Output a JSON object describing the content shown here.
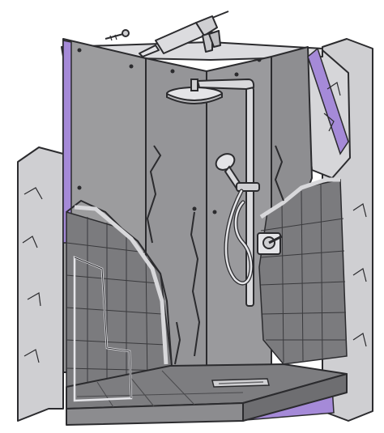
{
  "illustration": {
    "subject": "shower-enclosure-renovation-sketch",
    "palette": {
      "background": "#ffffff",
      "panel": "#9c9c9e",
      "panel_dark": "#8a8a8d",
      "tile": "#7b7b7e",
      "tile_dark": "#6a6a6d",
      "plaster": "#cfcfd2",
      "ink": "#2b2b2e",
      "chrome": "#d9d9dc",
      "accent_purple": "#a58ad8"
    },
    "objects": [
      {
        "name": "rain-shower-head"
      },
      {
        "name": "handheld-shower"
      },
      {
        "name": "shower-hose"
      },
      {
        "name": "mixer-valve"
      },
      {
        "name": "caulking-gun"
      },
      {
        "name": "wall-anchor-screw"
      },
      {
        "name": "glass-panel"
      },
      {
        "name": "shower-tray"
      },
      {
        "name": "floor-drain"
      },
      {
        "name": "tile-wall-left"
      },
      {
        "name": "tile-wall-right"
      }
    ]
  }
}
